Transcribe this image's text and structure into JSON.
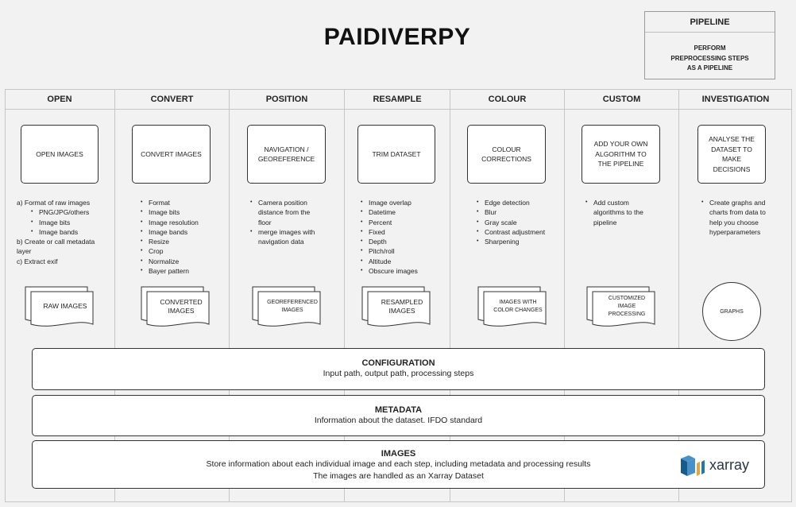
{
  "title": "PAIDIVERPY",
  "pipeline": {
    "heading": "PIPELINE",
    "text": "PERFORM\nPREPROCESSING STEPS\nAS A PIPELINE"
  },
  "columns": [
    {
      "heading": "OPEN",
      "step": "OPEN IMAGES",
      "output": "RAW IMAGES"
    },
    {
      "heading": "CONVERT",
      "step": "CONVERT IMAGES",
      "output": "CONVERTED\nIMAGES"
    },
    {
      "heading": "POSITION",
      "step": "NAVIGATION /\nGEOREFERENCE",
      "output": "GEOREFERENCED\nIMAGES"
    },
    {
      "heading": "RESAMPLE",
      "step": "TRIM DATASET",
      "output": "RESAMPLED\nIMAGES"
    },
    {
      "heading": "COLOUR",
      "step": "COLOUR\nCORRECTIONS",
      "output": "IMAGES WITH\nCOLOR CHANGES"
    },
    {
      "heading": "CUSTOM",
      "step": "ADD YOUR OWN\nALGORITHM TO\nTHE PIPELINE",
      "output": "CUSTOMIZED\nIMAGE\nPROCESSING"
    },
    {
      "heading": "INVESTIGATION",
      "step": "ANALYSE THE\nDATASET TO MAKE\nDECISIONS",
      "output": "GRAPHS"
    }
  ],
  "open_details": {
    "line_a": "a) Format of raw images",
    "formats": [
      "PNG/JPG/others",
      "Image bits",
      "Image bands"
    ],
    "line_b": "b) Create or call metadata\nlayer",
    "line_c": "c) Extract exif"
  },
  "convert_details": [
    "Format",
    "Image bits",
    "Image resolution",
    "Image bands",
    "Resize",
    "Crop",
    "Normalize",
    "Bayer pattern"
  ],
  "position_details": [
    "Camera position\ndistance from the\nfloor",
    "merge images with\nnavigation data"
  ],
  "resample_details": [
    "Image overlap",
    "Datetime",
    "Percent",
    "Fixed",
    "Depth",
    "Pitch/roll",
    "Altitude",
    "Obscure images"
  ],
  "colour_details": [
    "Edge detection",
    "Blur",
    "Gray scale",
    "Contrast adjustment",
    "Sharpening"
  ],
  "custom_details": [
    "Add custom\nalgorithms to the\npipeline"
  ],
  "investigation_details": [
    "Create graphs and\ncharts from data to\nhelp you choose\nhyperparameters"
  ],
  "bands": {
    "configuration": {
      "title": "CONFIGURATION",
      "text": "Input path, output path, processing steps"
    },
    "metadata": {
      "title": "METADATA",
      "text": "Information about the dataset. IFDO standard"
    },
    "images": {
      "title": "IMAGES",
      "text": "Store information about each individual image and each step, including metadata and processing results\nThe images are handled as an Xarray Dataset"
    }
  },
  "logo": {
    "word": "xarray",
    "colors": [
      "#4a90c8",
      "#1a5a8a",
      "#e8a33d",
      "#217a9c"
    ]
  }
}
